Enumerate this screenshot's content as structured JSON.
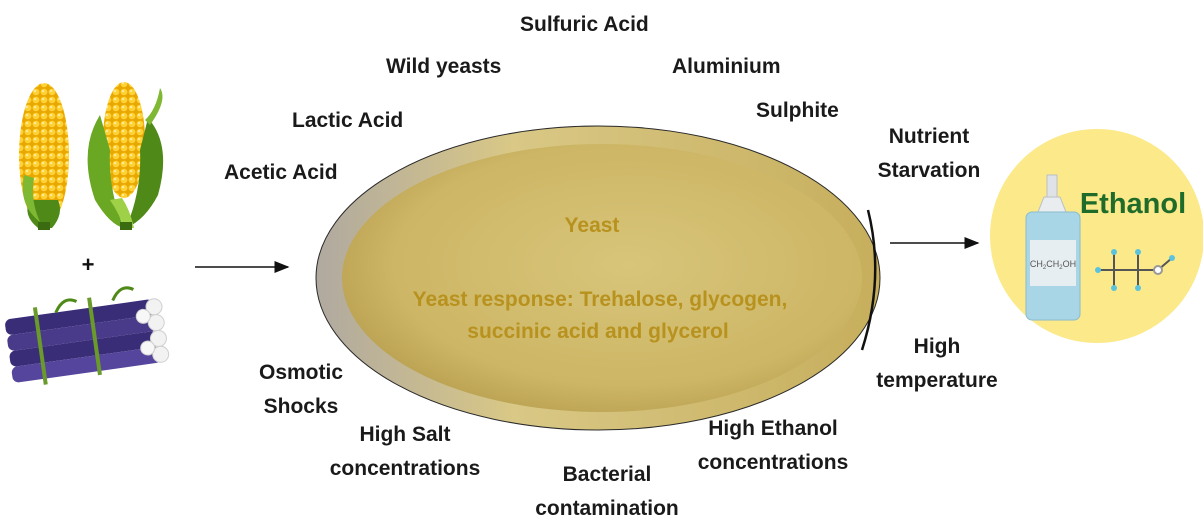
{
  "yeast": {
    "title": "Yeast",
    "response_line1": "Yeast response: Trehalose, glycogen,",
    "response_line2": "succinic acid and glycerol"
  },
  "inputs": {
    "plus": "+"
  },
  "product": {
    "label": "Ethanol",
    "formula_parts": [
      "CH",
      "2",
      "CH",
      "2",
      "OH"
    ]
  },
  "stresses": {
    "sulfuric_acid": "Sulfuric Acid",
    "wild_yeasts": "Wild yeasts",
    "aluminium": "Aluminium",
    "lactic_acid": "Lactic Acid",
    "sulphite": "Sulphite",
    "nutrient_1": "Nutrient",
    "nutrient_2": "Starvation",
    "acetic_acid": "Acetic Acid",
    "high_temp_1": "High",
    "high_temp_2": "temperature",
    "osmotic_1": "Osmotic",
    "osmotic_2": "Shocks",
    "high_ethanol_1": "High Ethanol",
    "high_ethanol_2": "concentrations",
    "high_salt_1": "High Salt",
    "high_salt_2": "concentrations",
    "bacterial_1": "Bacterial",
    "bacterial_2": "contamination"
  },
  "colors": {
    "yeast_text": "#b8921e",
    "ellipse_fill": "#d0bb6a",
    "circle_fill": "#fbe98a",
    "ethanol_text": "#1f6b2a",
    "corn_kernel": "#f4c20d",
    "husk": "#5f9c1e",
    "cane_purple": "#4a3a8a"
  }
}
